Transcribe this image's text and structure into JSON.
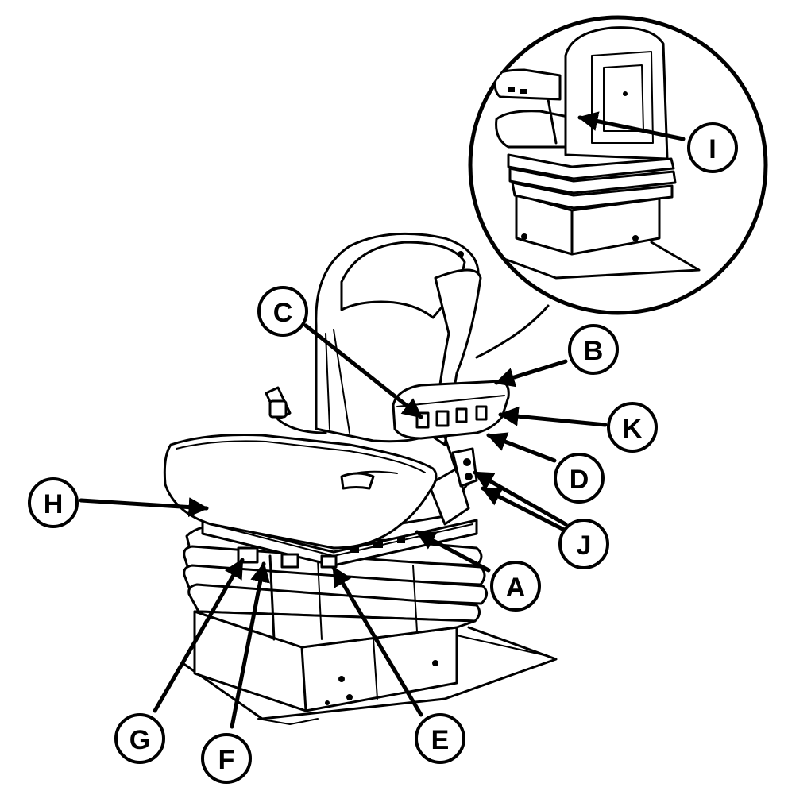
{
  "callouts": [
    {
      "id": "A",
      "label": "A"
    },
    {
      "id": "B",
      "label": "B"
    },
    {
      "id": "C",
      "label": "C"
    },
    {
      "id": "D",
      "label": "D"
    },
    {
      "id": "E",
      "label": "E"
    },
    {
      "id": "F",
      "label": "F"
    },
    {
      "id": "G",
      "label": "G"
    },
    {
      "id": "H",
      "label": "H"
    },
    {
      "id": "I",
      "label": "I"
    },
    {
      "id": "J",
      "label": "J"
    },
    {
      "id": "K",
      "label": "K"
    }
  ]
}
